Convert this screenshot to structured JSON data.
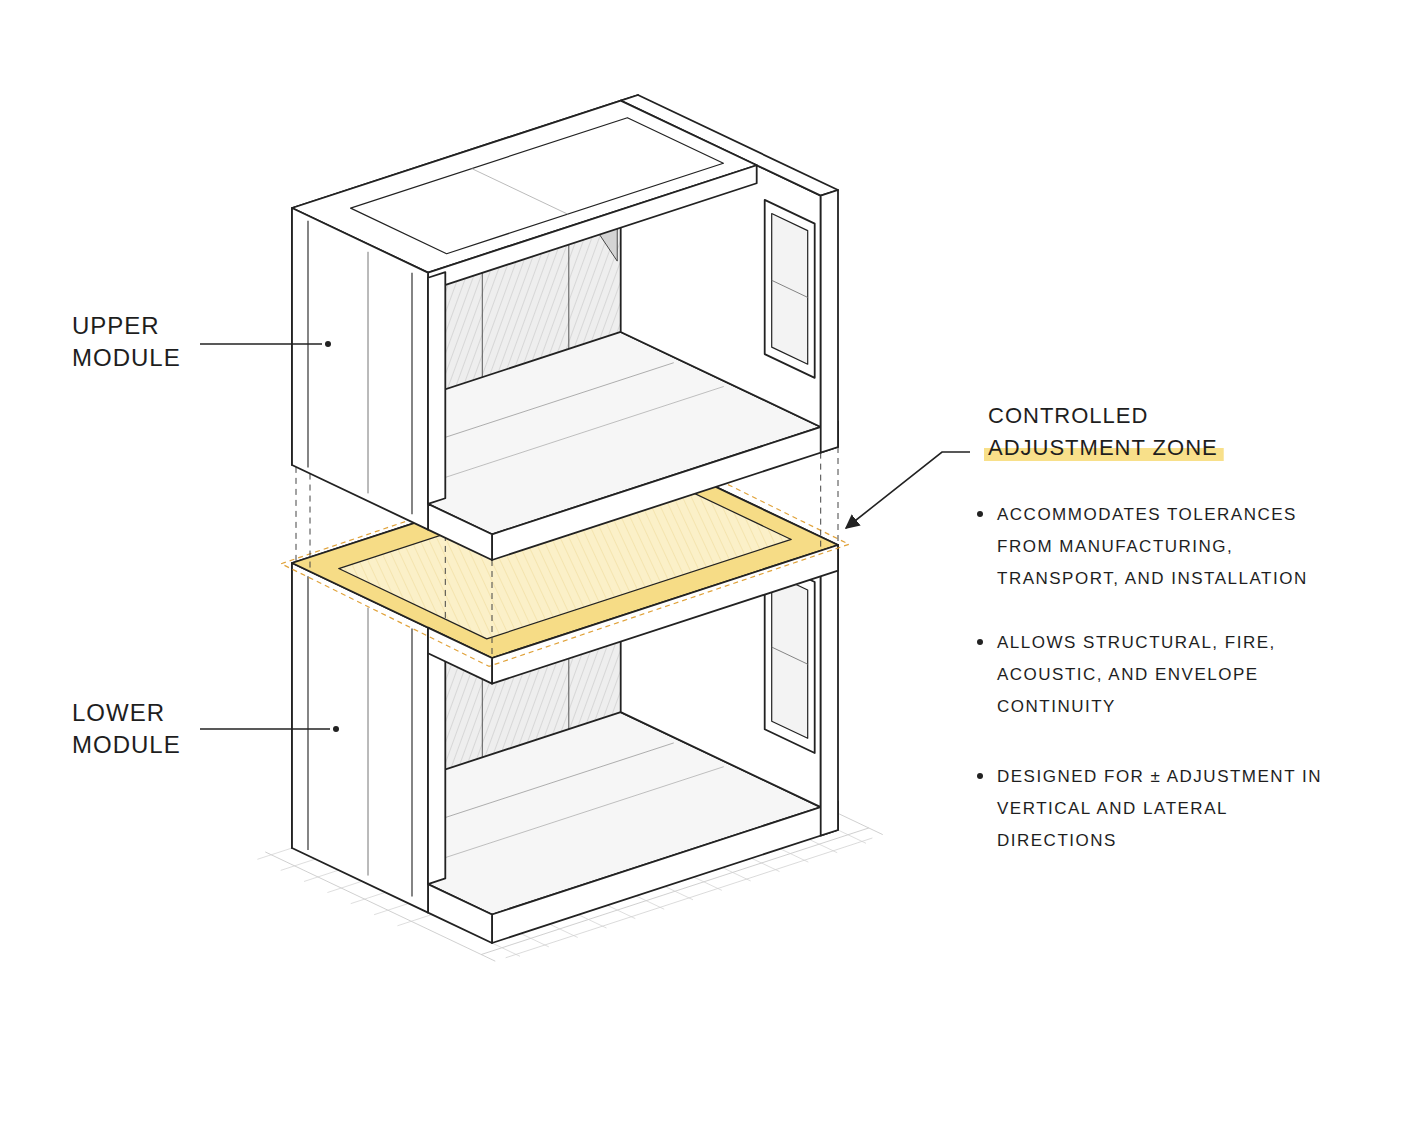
{
  "diagram": {
    "labels": [
      "UPPER MODULE",
      "LOWER MODULE",
      "CONTROLLED ADJUSTMENT ZONE",
      "ACCOMMODATES TOLERANCES FROM MANUFACTURING, TRANSPORT, AND INSTALLATION",
      "ALLOWS STRUCTURAL, FIRE, ACOUSTIC, AND ENVELOPE CONTINUITY",
      "DESIGNED FOR ± ADJUSTMENT IN VERTICAL AND LATERAL DIRECTIONS"
    ]
  }
}
